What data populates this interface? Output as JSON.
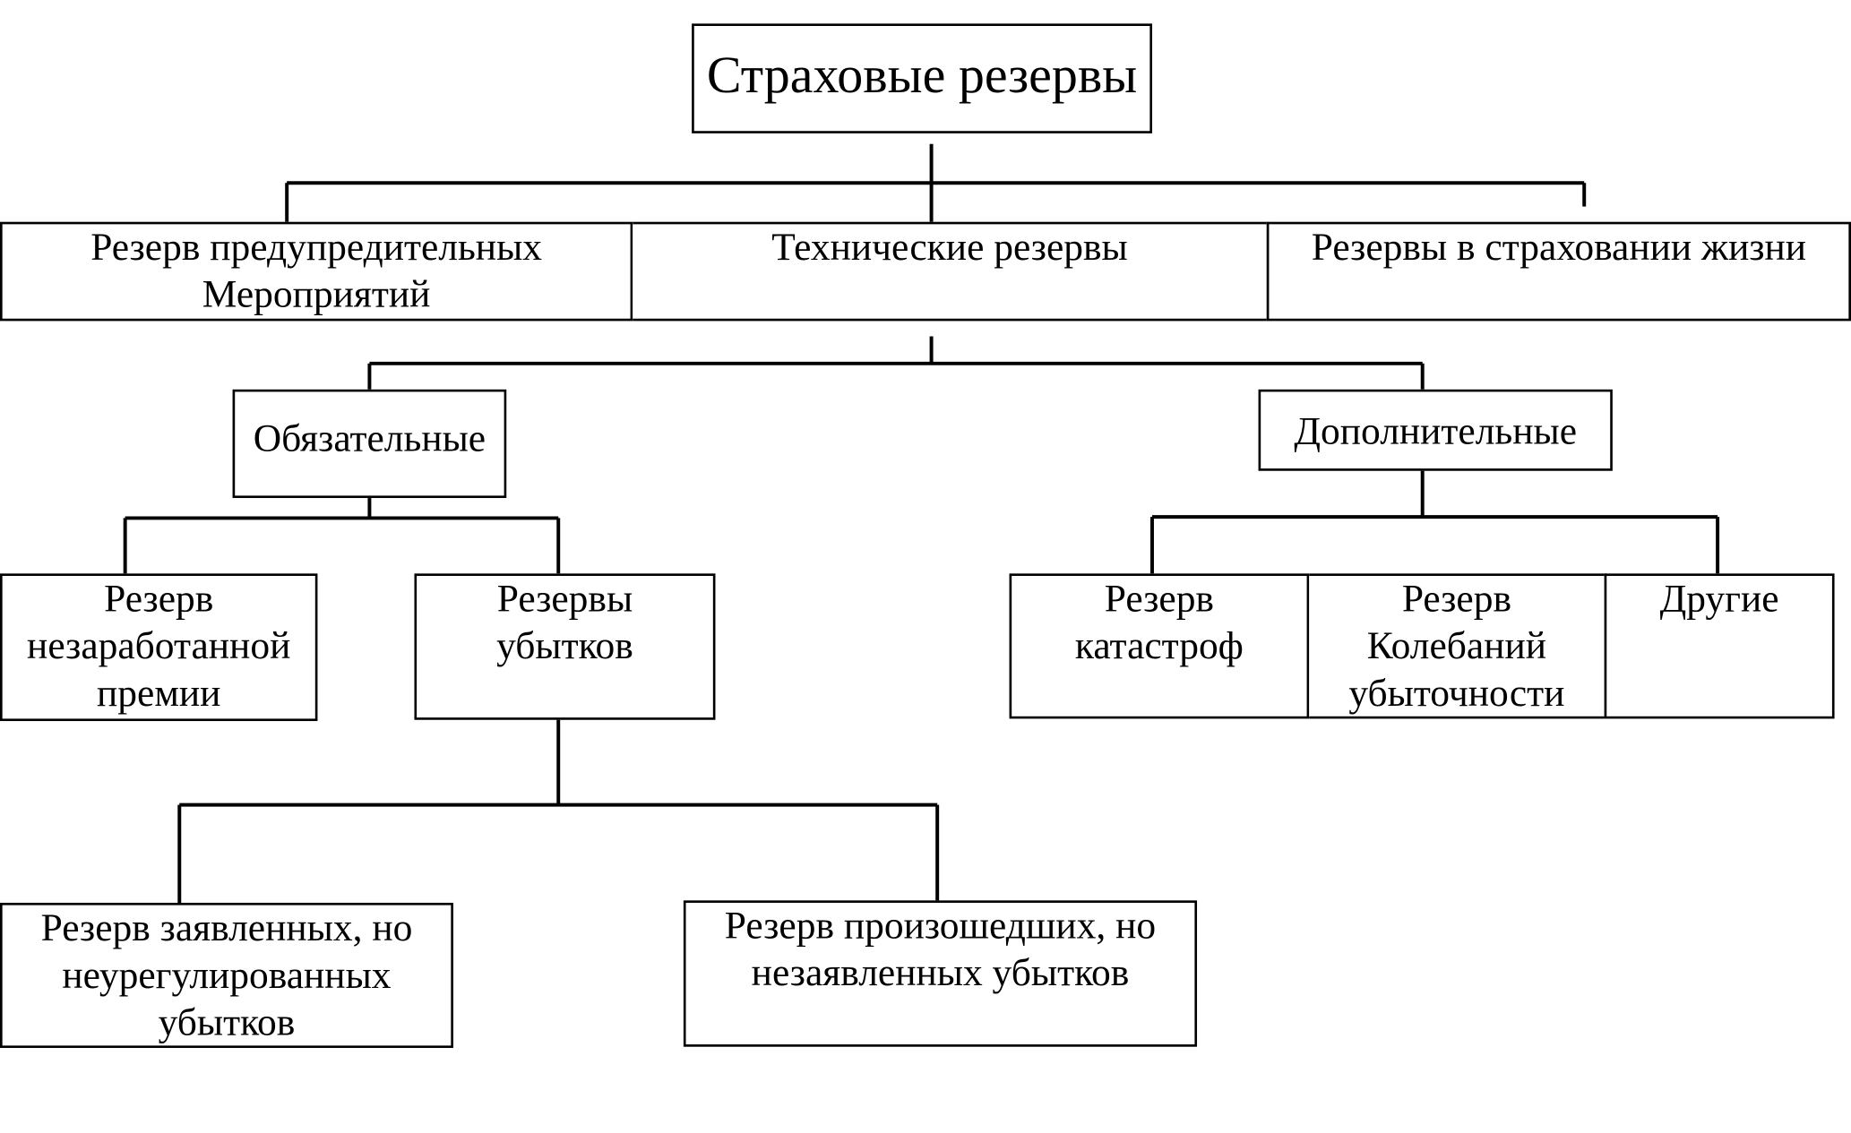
{
  "diagram": {
    "root": "Страховые резервы",
    "level1": [
      "Резерв предупредительных\nМероприятий",
      "Технические резервы",
      "Резервы в страховании жизни"
    ],
    "level2": {
      "mandatory": "Обязательные",
      "additional": "Дополнительные"
    },
    "mandatory_children": [
      "Резерв\nнезаработанной\nпремии",
      "Резервы\nубытков"
    ],
    "additional_children": [
      "Резерв\nкатастроф",
      "Резерв\nКолебаний\nубыточности",
      "Другие"
    ],
    "loss_children": [
      "Резерв заявленных, но\nнеурегулированных\nубытков",
      "Резерв произошедших, но\nнезаявленных убытков"
    ]
  }
}
